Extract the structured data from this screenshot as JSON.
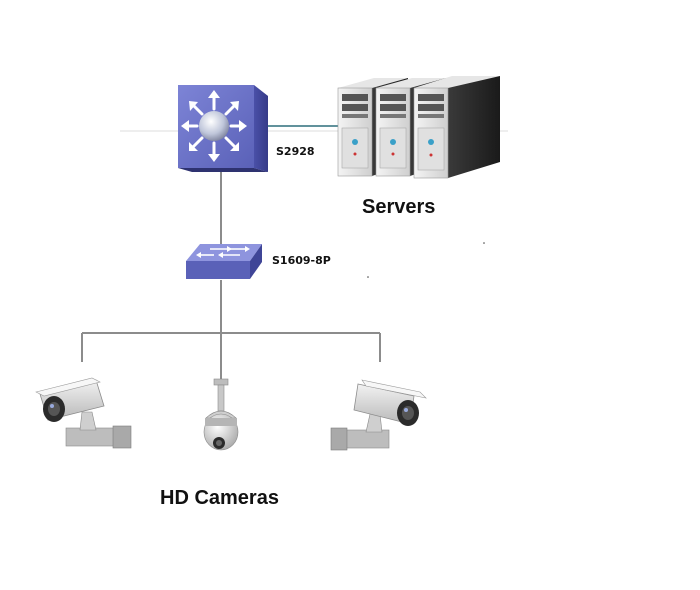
{
  "devices": {
    "core_switch": {
      "label": "S2928"
    },
    "access_switch": {
      "label": "S1609-8P"
    }
  },
  "groups": {
    "servers": {
      "label": "Servers",
      "count": 3
    },
    "cameras": {
      "label": "HD Cameras",
      "count": 3
    }
  },
  "colors": {
    "switch": "#6b72c4",
    "switch_dark": "#3f4597",
    "link": "#8c8c8c",
    "server_link": "#2d6f7c",
    "server_body": "#c9c9c9",
    "camera_body": "#d8d8d8"
  },
  "icons": {
    "core_switch": "layer3-switch-icon",
    "access_switch": "workgroup-switch-icon",
    "server": "server-tower-icon",
    "camera_box": "box-camera-icon",
    "camera_dome": "dome-camera-icon"
  }
}
